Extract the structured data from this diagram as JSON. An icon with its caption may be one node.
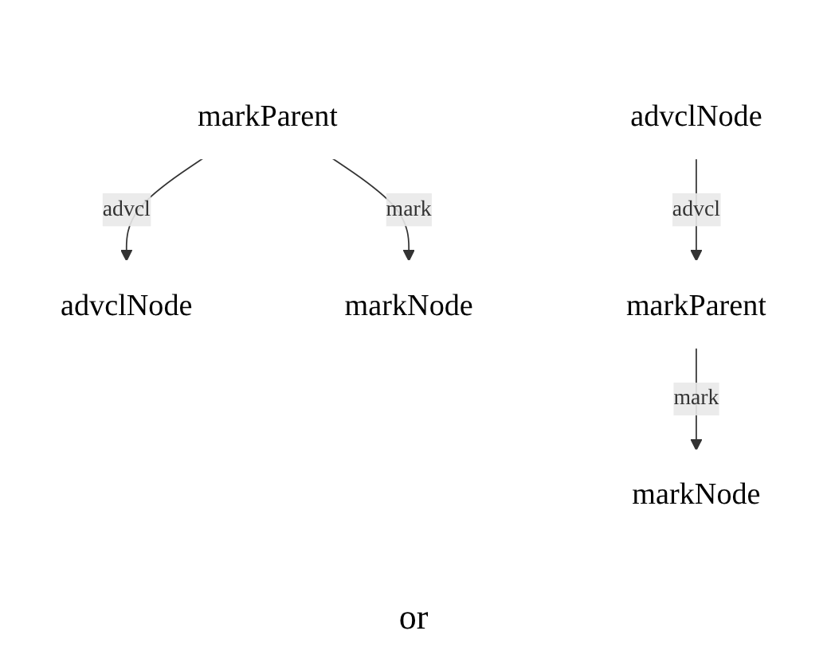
{
  "diagram": {
    "nodes": [
      {
        "text": [
          "advclNode"
        ]
      },
      {
        "text": [
          "markNode"
        ]
      },
      {
        "text": [
          "markParent"
        ]
      },
      {
        "text": [
          "advclNode"
        ]
      },
      {
        "text": [
          "markNode"
        ]
      },
      {
        "text": [
          "markParent"
        ]
      }
    ],
    "edges": [
      {
        "from": 2,
        "to": 0,
        "arrow": "to",
        "label": "advcl"
      },
      {
        "from": 2,
        "to": 1,
        "arrow": "to",
        "label": "mark"
      },
      {
        "from": 3,
        "to": 5,
        "arrow": "to",
        "label": "advcl"
      },
      {
        "from": 5,
        "to": 4,
        "arrow": "to",
        "label": "mark"
      }
    ],
    "labels": [
      "or"
    ]
  }
}
